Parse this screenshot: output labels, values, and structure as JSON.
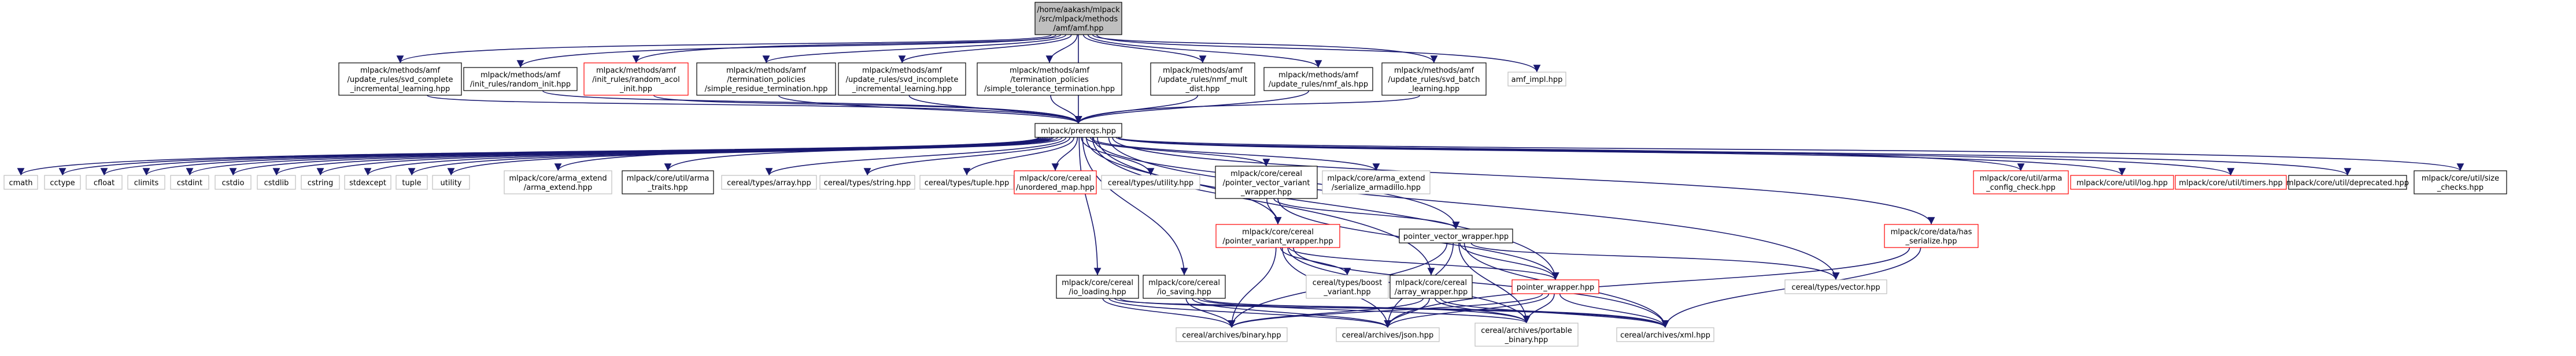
{
  "diagram": {
    "root": {
      "id": "root",
      "lines": [
        "/home/aakash/mlpack",
        "/src/mlpack/methods",
        "/amf/amf.hpp"
      ],
      "style": "root"
    },
    "level1": [
      {
        "id": "l1_svd_complete",
        "lines": [
          "mlpack/methods/amf",
          "/update_rules/svd_complete",
          "_incremental_learning.hpp"
        ],
        "style": "box"
      },
      {
        "id": "l1_random_init",
        "lines": [
          "mlpack/methods/amf",
          "/init_rules/random_init.hpp"
        ],
        "style": "box"
      },
      {
        "id": "l1_random_acol",
        "lines": [
          "mlpack/methods/amf",
          "/init_rules/random_acol",
          "_init.hpp"
        ],
        "style": "red"
      },
      {
        "id": "l1_simple_residue",
        "lines": [
          "mlpack/methods/amf",
          "/termination_policies",
          "/simple_residue_termination.hpp"
        ],
        "style": "box"
      },
      {
        "id": "l1_svd_incomplete",
        "lines": [
          "mlpack/methods/amf",
          "/update_rules/svd_incomplete",
          "_incremental_learning.hpp"
        ],
        "style": "box"
      },
      {
        "id": "l1_simple_tolerance",
        "lines": [
          "mlpack/methods/amf",
          "/termination_policies",
          "/simple_tolerance_termination.hpp"
        ],
        "style": "box"
      },
      {
        "id": "l1_nmf_mult_dist",
        "lines": [
          "mlpack/methods/amf",
          "/update_rules/nmf_mult",
          "_dist.hpp"
        ],
        "style": "box"
      },
      {
        "id": "l1_nmf_als",
        "lines": [
          "mlpack/methods/amf",
          "/update_rules/nmf_als.hpp"
        ],
        "style": "box"
      },
      {
        "id": "l1_svd_batch",
        "lines": [
          "mlpack/methods/amf",
          "/update_rules/svd_batch",
          "_learning.hpp"
        ],
        "style": "box"
      },
      {
        "id": "l1_amf_impl",
        "lines": [
          "amf_impl.hpp"
        ],
        "style": "gray"
      }
    ],
    "prereqs": {
      "id": "prereqs",
      "lines": [
        "mlpack/prereqs.hpp"
      ],
      "style": "box"
    },
    "level3": [
      {
        "id": "l3_cmath",
        "lines": [
          "cmath"
        ],
        "style": "gray"
      },
      {
        "id": "l3_cctype",
        "lines": [
          "cctype"
        ],
        "style": "gray"
      },
      {
        "id": "l3_cfloat",
        "lines": [
          "cfloat"
        ],
        "style": "gray"
      },
      {
        "id": "l3_climits",
        "lines": [
          "climits"
        ],
        "style": "gray"
      },
      {
        "id": "l3_cstdint",
        "lines": [
          "cstdint"
        ],
        "style": "gray"
      },
      {
        "id": "l3_cstdio",
        "lines": [
          "cstdio"
        ],
        "style": "gray"
      },
      {
        "id": "l3_cstdlib",
        "lines": [
          "cstdlib"
        ],
        "style": "gray"
      },
      {
        "id": "l3_cstring",
        "lines": [
          "cstring"
        ],
        "style": "gray"
      },
      {
        "id": "l3_stdexcept",
        "lines": [
          "stdexcept"
        ],
        "style": "gray"
      },
      {
        "id": "l3_tuple",
        "lines": [
          "tuple"
        ],
        "style": "gray"
      },
      {
        "id": "l3_utility",
        "lines": [
          "utility"
        ],
        "style": "gray"
      },
      {
        "id": "l3_arma_extend",
        "lines": [
          "mlpack/core/arma_extend",
          "/arma_extend.hpp"
        ],
        "style": "gray"
      },
      {
        "id": "l3_arma_traits",
        "lines": [
          "mlpack/core/util/arma",
          "_traits.hpp"
        ],
        "style": "box"
      },
      {
        "id": "l3_cereal_array",
        "lines": [
          "cereal/types/array.hpp"
        ],
        "style": "gray"
      },
      {
        "id": "l3_cereal_string",
        "lines": [
          "cereal/types/string.hpp"
        ],
        "style": "gray"
      },
      {
        "id": "l3_cereal_tuple",
        "lines": [
          "cereal/types/tuple.hpp"
        ],
        "style": "gray"
      },
      {
        "id": "l3_unordered_map",
        "lines": [
          "mlpack/core/cereal",
          "/unordered_map.hpp"
        ],
        "style": "red"
      },
      {
        "id": "l3_cereal_utility",
        "lines": [
          "cereal/types/utility.hpp"
        ],
        "style": "gray"
      },
      {
        "id": "l3_pvw_hpp",
        "lines": [
          "mlpack/core/cereal",
          "/pointer_vector_variant",
          "_wrapper.hpp"
        ],
        "style": "box"
      },
      {
        "id": "l3_serialize_armadillo",
        "lines": [
          "mlpack/core/arma_extend",
          "/serialize_armadillo.hpp"
        ],
        "style": "gray"
      },
      {
        "id": "l3_arma_config_check",
        "lines": [
          "mlpack/core/util/arma",
          "_config_check.hpp"
        ],
        "style": "red"
      },
      {
        "id": "l3_log",
        "lines": [
          "mlpack/core/util/log.hpp"
        ],
        "style": "red"
      },
      {
        "id": "l3_timers",
        "lines": [
          "mlpack/core/util/timers.hpp"
        ],
        "style": "red"
      },
      {
        "id": "l3_deprecated",
        "lines": [
          "mlpack/core/util/deprecated.hpp"
        ],
        "style": "box"
      },
      {
        "id": "l3_size_checks",
        "lines": [
          "mlpack/core/util/size",
          "_checks.hpp"
        ],
        "style": "box"
      }
    ],
    "level4": [
      {
        "id": "l4_pointer_variant_wrapper",
        "lines": [
          "mlpack/core/cereal",
          "/pointer_variant_wrapper.hpp"
        ],
        "style": "red"
      },
      {
        "id": "l4_pointer_vector_wrapper",
        "lines": [
          "pointer_vector_wrapper.hpp"
        ],
        "style": "box"
      },
      {
        "id": "l4_has_serialize",
        "lines": [
          "mlpack/core/data/has",
          "_serialize.hpp"
        ],
        "style": "red"
      }
    ],
    "level5": [
      {
        "id": "l5_io_loading",
        "lines": [
          "mlpack/core/cereal",
          "/io_loading.hpp"
        ],
        "style": "box"
      },
      {
        "id": "l5_io_saving",
        "lines": [
          "mlpack/core/cereal",
          "/io_saving.hpp"
        ],
        "style": "box"
      },
      {
        "id": "l5_boost_variant",
        "lines": [
          "cereal/types/boost",
          "_variant.hpp"
        ],
        "style": "gray"
      },
      {
        "id": "l5_array_wrapper",
        "lines": [
          "mlpack/core/cereal",
          "/array_wrapper.hpp"
        ],
        "style": "box"
      },
      {
        "id": "l5_pointer_wrapper",
        "lines": [
          "pointer_wrapper.hpp"
        ],
        "style": "red"
      },
      {
        "id": "l5_cereal_vector",
        "lines": [
          "cereal/types/vector.hpp"
        ],
        "style": "gray"
      }
    ],
    "level6": [
      {
        "id": "l6_binary",
        "lines": [
          "cereal/archives/binary.hpp"
        ],
        "style": "gray"
      },
      {
        "id": "l6_json",
        "lines": [
          "cereal/archives/json.hpp"
        ],
        "style": "gray"
      },
      {
        "id": "l6_portable_binary",
        "lines": [
          "cereal/archives/portable",
          "_binary.hpp"
        ],
        "style": "gray"
      },
      {
        "id": "l6_xml",
        "lines": [
          "cereal/archives/xml.hpp"
        ],
        "style": "gray"
      }
    ],
    "colors": {
      "edge": "#191970",
      "box_border": "#000000",
      "red_border": "#ff0000",
      "gray_border": "#bfbfbf",
      "root_fill": "#bfbfbf"
    }
  }
}
